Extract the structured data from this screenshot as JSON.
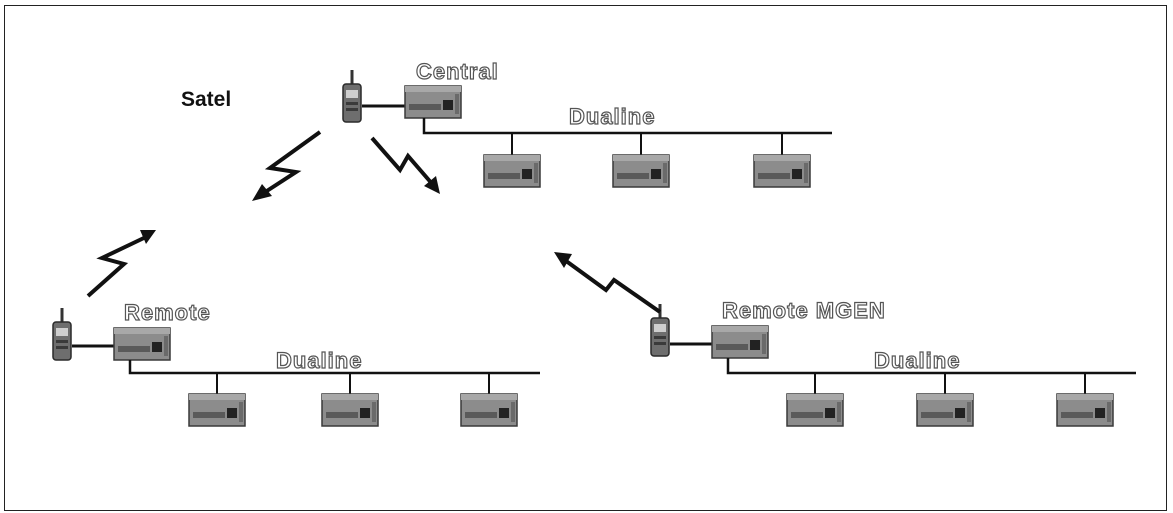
{
  "diagram": {
    "title": "Satel",
    "sites": {
      "central": {
        "label": "Central",
        "bus_label": "Dualine"
      },
      "remote": {
        "label": "Remote",
        "bus_label": "Dualine"
      },
      "remote_mgen": {
        "label": "Remote MGEN",
        "bus_label": "Dualine"
      }
    }
  },
  "colors": {
    "device_body": "#8c8c8c",
    "device_dark": "#4a4a4a",
    "radio_body": "#6e6e6e",
    "line": "#111111",
    "label_outline": "#555555"
  },
  "icons": {
    "radio": "radio-modem-icon",
    "controller": "controller-unit-icon",
    "link": "radio-link-arrow-icon"
  }
}
